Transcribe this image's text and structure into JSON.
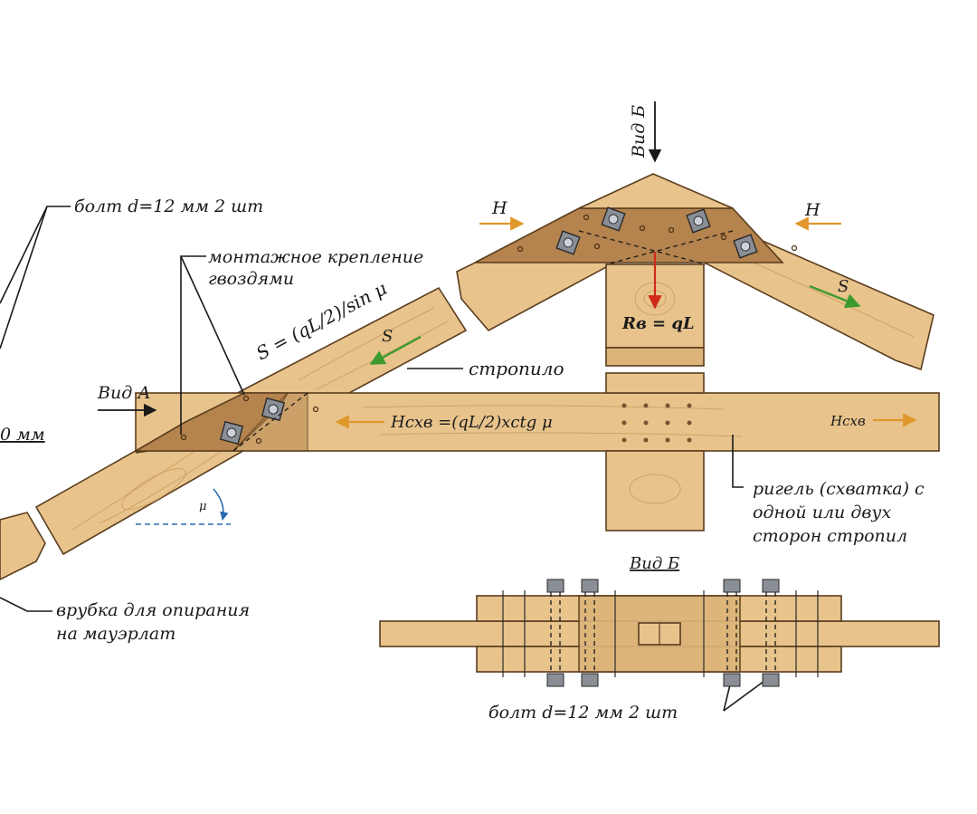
{
  "labels": {
    "bolt_top": "болт d=12 мм 2 шт",
    "mount_line1": "монтажное крепление",
    "mount_line2": "гвоздями",
    "formula_s": "S = (qL/2)/sin μ",
    "s_left": "S",
    "s_right": "S",
    "rafter": "стропило",
    "view_a": "Вид А",
    "view_b_top": "Вид Б",
    "view_b_bottom": "Вид Б",
    "h_left": "H",
    "h_right": "H",
    "rb": "Rв = qL",
    "h_skhv_formula": "Hсхв =(qL/2)xctg μ",
    "h_skhv_right": "Hсхв",
    "crossbar_line1": "ригель (схватка) с",
    "crossbar_line2": "одной или двух",
    "crossbar_line3": "сторон стропил",
    "notch_line1": "врубка для опирания",
    "notch_line2": "на мауэрлат",
    "bolt_bottom": "болт d=12 мм 2 шт",
    "left_cut": "0 мм",
    "mu_angle": "μ"
  },
  "colors": {
    "arrow_orange": "#e0982c",
    "arrow_green": "#3d9a2e",
    "arrow_red": "#d12a1a",
    "wood_light": "#e8c48c",
    "wood_dark": "#b5834d"
  }
}
